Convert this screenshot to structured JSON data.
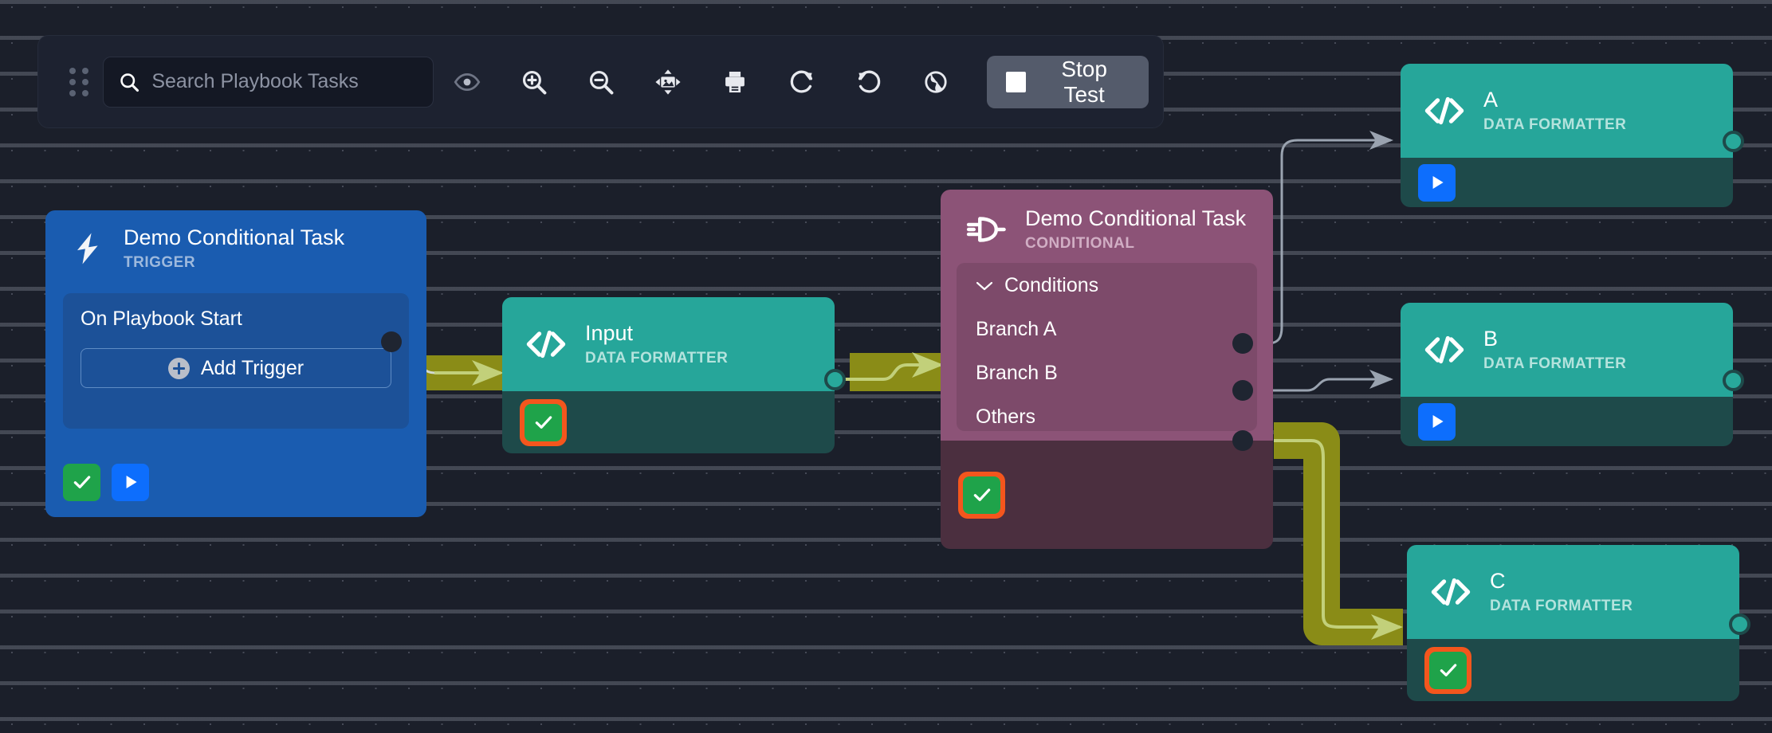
{
  "toolbar": {
    "drag_handle": "drag-handle-icon",
    "search": {
      "placeholder": "Search Playbook Tasks",
      "value": ""
    },
    "buttons": [
      {
        "name": "preview-eye-icon",
        "title": "Preview"
      },
      {
        "name": "zoom-in-icon",
        "title": "Zoom In"
      },
      {
        "name": "zoom-out-icon",
        "title": "Zoom Out"
      },
      {
        "name": "fit-to-screen-icon",
        "title": "Fit To Screen"
      },
      {
        "name": "print-icon",
        "title": "Print"
      },
      {
        "name": "redo-icon",
        "title": "Redo"
      },
      {
        "name": "undo-icon",
        "title": "Undo"
      },
      {
        "name": "globe-icon",
        "title": "Globe"
      }
    ],
    "stop_test": {
      "label": "Stop Test",
      "icon": "stop-square-icon"
    }
  },
  "nodes": {
    "trigger": {
      "title": "Demo Conditional Task",
      "subtitle": "TRIGGER",
      "icon": "lightning-bolt-icon",
      "row_label": "On Playbook Start",
      "add_trigger_label": "Add Trigger",
      "footer": [
        {
          "name": "validate-check-button",
          "icon": "check-icon",
          "color": "#1fa34a"
        },
        {
          "name": "run-play-button",
          "icon": "play-icon",
          "color": "#0d6efd"
        }
      ]
    },
    "input": {
      "title": "Input",
      "subtitle": "DATA FORMATTER",
      "icon": "code-brackets-icon",
      "footer": [
        {
          "name": "validate-check-button",
          "icon": "check-icon",
          "color": "#1fa34a",
          "highlight": "#f4561d"
        }
      ]
    },
    "conditional": {
      "title": "Demo Conditional Task",
      "subtitle": "CONDITIONAL",
      "icon": "conditional-gate-icon",
      "conditions_label": "Conditions",
      "conditions_chevron": "chevron-down-icon",
      "branches": [
        {
          "label": "Branch A"
        },
        {
          "label": "Branch B"
        },
        {
          "label": "Others"
        }
      ],
      "footer": [
        {
          "name": "validate-check-button",
          "icon": "check-icon",
          "color": "#1fa34a",
          "highlight": "#f4561d"
        }
      ]
    },
    "a": {
      "title": "A",
      "subtitle": "DATA FORMATTER",
      "icon": "code-brackets-icon",
      "footer": [
        {
          "name": "run-play-button",
          "icon": "play-icon",
          "color": "#0d6efd"
        }
      ]
    },
    "b": {
      "title": "B",
      "subtitle": "DATA FORMATTER",
      "icon": "code-brackets-icon",
      "footer": [
        {
          "name": "run-play-button",
          "icon": "play-icon",
          "color": "#0d6efd"
        }
      ]
    },
    "c": {
      "title": "C",
      "subtitle": "DATA FORMATTER",
      "icon": "code-brackets-icon",
      "footer": [
        {
          "name": "validate-check-button",
          "icon": "check-icon",
          "color": "#1fa34a",
          "highlight": "#f4561d"
        }
      ]
    }
  },
  "edges": [
    {
      "name": "edge-trigger-to-input",
      "state": "active",
      "color": "#8a8c17"
    },
    {
      "name": "edge-input-to-conditional",
      "state": "active",
      "color": "#8a8c17"
    },
    {
      "name": "edge-branch-a-to-a",
      "state": "inactive",
      "color": "#9aa3b0"
    },
    {
      "name": "edge-branch-b-to-b",
      "state": "inactive",
      "color": "#9aa3b0"
    },
    {
      "name": "edge-others-to-c",
      "state": "active",
      "color": "#8a8c17"
    }
  ],
  "colors": {
    "canvas_bg": "#1b1f2a",
    "trigger_blue": "#1a5cb0",
    "formatter_teal": "#26a69a",
    "formatter_body": "#1e4a4a",
    "conditional_purple": "#8c5377",
    "conditional_body": "#4b2f3f",
    "active_edge": "#8a8c17",
    "idle_edge": "#9aa3b0",
    "highlight_ring": "#f4561d",
    "success_green": "#1fa34a",
    "run_blue": "#0d6efd"
  }
}
